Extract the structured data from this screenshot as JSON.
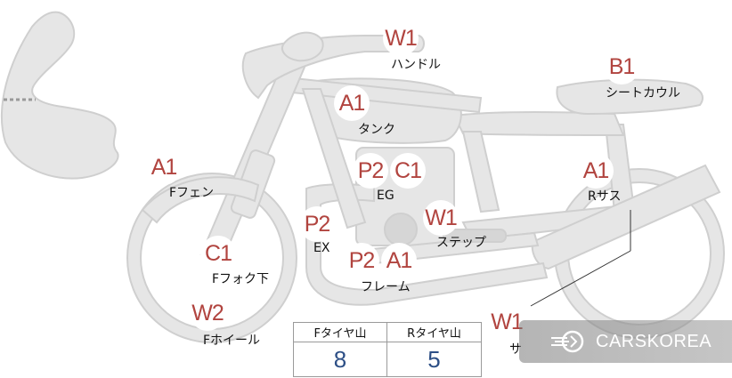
{
  "markers": [
    {
      "id": "handle",
      "code": "W1",
      "label": "ハンドル"
    },
    {
      "id": "seat-cowl",
      "code": "B1",
      "label": "シートカウル"
    },
    {
      "id": "tank",
      "code": "A1",
      "label": "タンク"
    },
    {
      "id": "f-fender",
      "code": "A1",
      "label": "Fフェン"
    },
    {
      "id": "eg-p",
      "code": "P2",
      "label": ""
    },
    {
      "id": "eg-c",
      "code": "C1",
      "label": "EG"
    },
    {
      "id": "r-sus",
      "code": "A1",
      "label": "Rサス"
    },
    {
      "id": "ex",
      "code": "P2",
      "label": "EX"
    },
    {
      "id": "step",
      "code": "W1",
      "label": "ステップ"
    },
    {
      "id": "f-fork",
      "code": "C1",
      "label": "Fフォク下"
    },
    {
      "id": "frame-p",
      "code": "P2",
      "label": ""
    },
    {
      "id": "frame-a",
      "code": "A1",
      "label": "フレーム"
    },
    {
      "id": "f-wheel",
      "code": "W2",
      "label": "Fホイール"
    },
    {
      "id": "r-side",
      "code": "W1",
      "label": "サ"
    }
  ],
  "tire_table": {
    "front_header": "Fタイヤ山",
    "rear_header": "Rタイヤ山",
    "front_value": "8",
    "rear_value": "5"
  },
  "watermark": {
    "text": "CARSKOREA",
    "icon": "carskorea-logo-icon"
  },
  "colors": {
    "part_fill": "#e6e6e6",
    "part_stroke": "#cfcfcf",
    "marker_text": "#b1443f",
    "value_text": "#2d4f86"
  }
}
